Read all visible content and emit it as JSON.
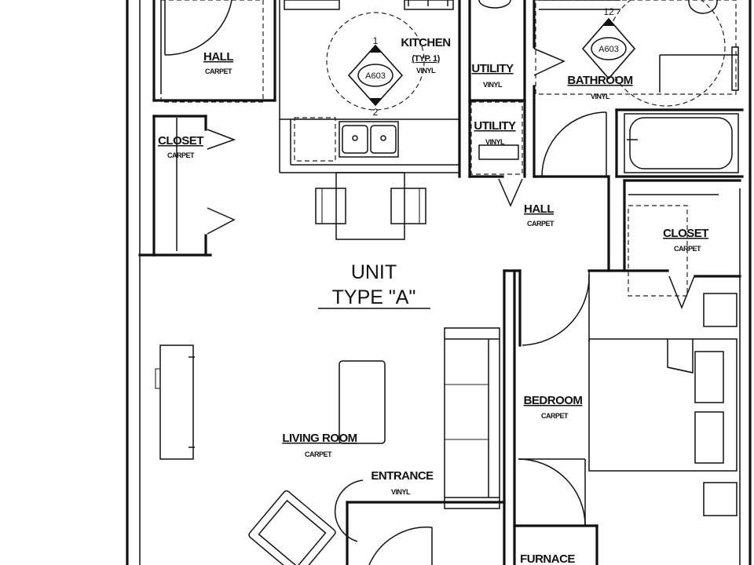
{
  "unit": {
    "line1": "UNIT",
    "line2": "TYPE \"A\""
  },
  "rooms": {
    "hall_top": {
      "name": "HALL",
      "finish": "CARPET"
    },
    "kitchen": {
      "name": "KITCHEN",
      "note": "(TYP. 1)",
      "finish": "VINYL"
    },
    "utility_1": {
      "name": "UTILITY",
      "finish": "VINYL"
    },
    "utility_2": {
      "name": "UTILITY",
      "finish": "VINYL"
    },
    "bathroom": {
      "name": "BATHROOM",
      "finish": "VINYL"
    },
    "closet_left": {
      "name": "CLOSET",
      "finish": "CARPET"
    },
    "hall_mid": {
      "name": "HALL",
      "finish": "CARPET"
    },
    "closet_right": {
      "name": "CLOSET",
      "finish": "CARPET"
    },
    "bedroom": {
      "name": "BEDROOM",
      "finish": "CARPET"
    },
    "living_room": {
      "name": "LIVING ROOM",
      "finish": "CARPET"
    },
    "entrance": {
      "name": "ENTRANCE",
      "finish": "VINYL"
    },
    "furnace": {
      "name": "FURNACE"
    }
  },
  "elevation_markers": {
    "kitchen": {
      "sheet": "A603",
      "top_number": "1",
      "bottom_number": "2"
    },
    "bathroom": {
      "sheet": "A603",
      "top_number": "12"
    }
  }
}
